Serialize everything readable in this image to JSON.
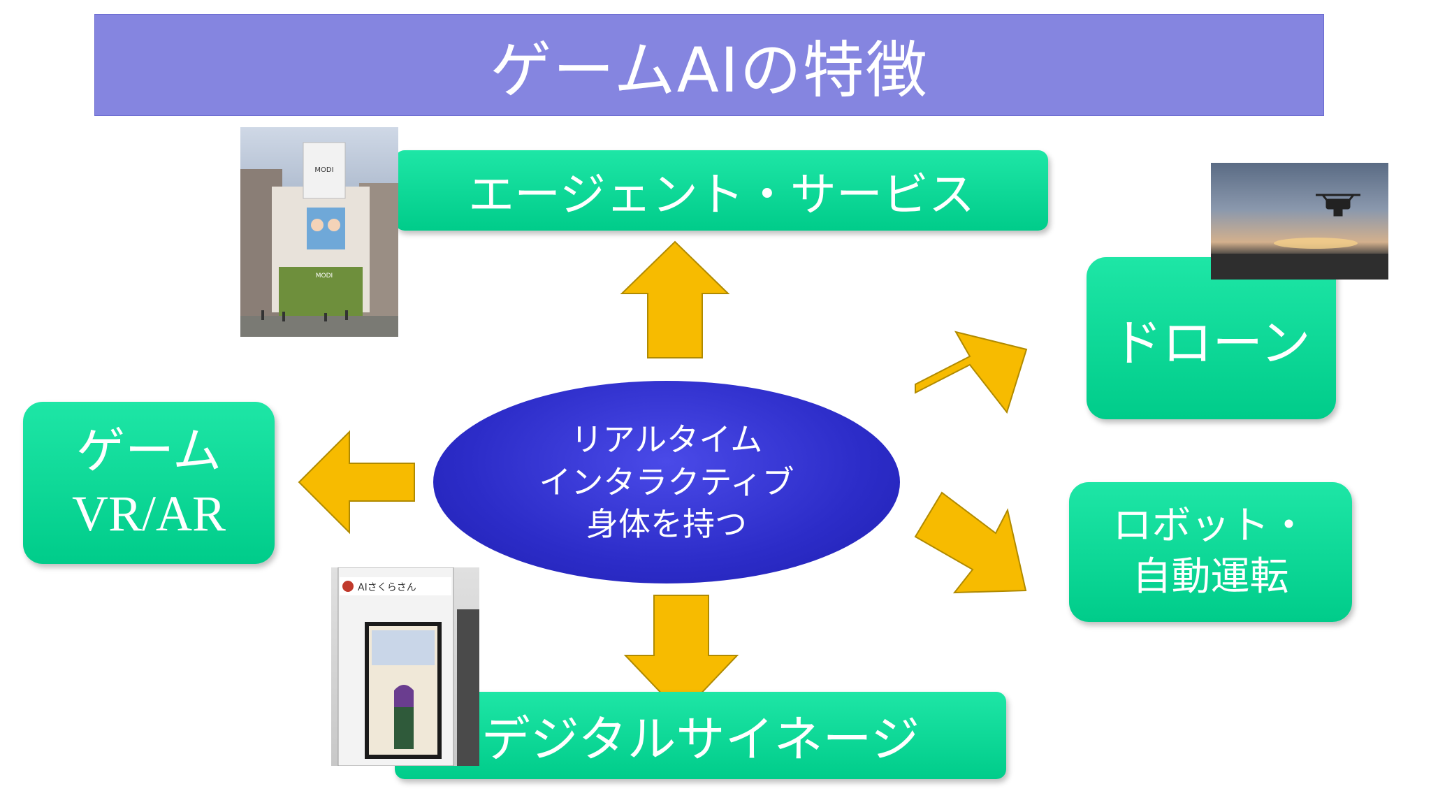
{
  "title": "ゲームAIの特徴",
  "center": {
    "line1": "リアルタイム",
    "line2": "インタラクティブ",
    "line3": "身体を持つ"
  },
  "boxes": {
    "agent": "エージェント・サービス",
    "signage": "デジタルサイネージ",
    "drone": "ドローン",
    "robot_line1": "ロボット・",
    "robot_line2": "自動運転",
    "game_line1": "ゲーム",
    "game_line2": "VR/AR"
  },
  "photos": {
    "building_sign": "MODI",
    "kiosk_header": "AIさくらさん"
  },
  "colors": {
    "title_bg": "#8585e0",
    "box_green": "#00d690",
    "arrow": "#f7bb00",
    "ellipse": "#2c2cc8"
  }
}
